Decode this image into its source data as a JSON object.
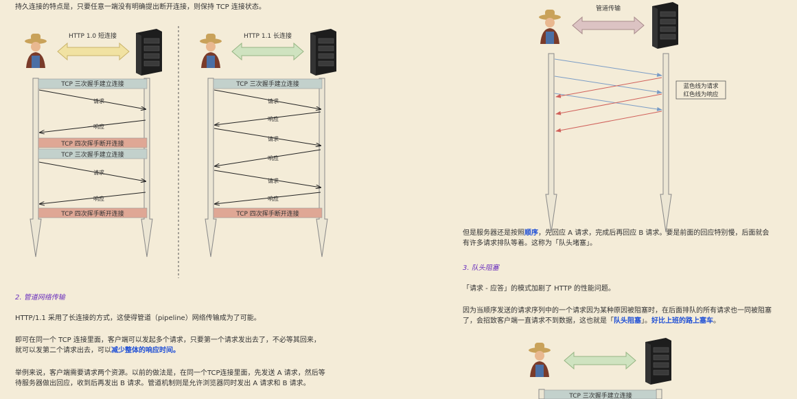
{
  "left": {
    "intro": "持久连接的特点是，只要任意一端没有明确提出断开连接，则保持 TCP 连接状态。",
    "diagram": {
      "http10_title": "HTTP 1.0 短连接",
      "http11_title": "HTTP 1.1 长连接",
      "tcp_connect": "TCP 三次握手建立连接",
      "tcp_close": "TCP 四次挥手断开连接",
      "request": "请求",
      "response": "响应"
    },
    "section2_title": "2. 管道网络传输",
    "p1": "HTTP/1.1 采用了长连接的方式，这使得管道（pipeline）网络传输成为了可能。",
    "p2_line1": "即可在同一个 TCP 连接里面，客户端可以发起多个请求，只要第一个请求发出去了，不必等其回来，",
    "p2_line2_pre": "就可以发第二个请求出去，可以",
    "p2_line2_bold": "减少整体的响应时间。",
    "p3_line1": "举例来说，客户端需要请求两个资源。以前的做法是，在同一个TCP连接里面，先发送 A 请求，然后等",
    "p3_line2": "待服务器做出回应，收到后再发出 B 请求。管道机制则是允许浏览器同时发出 A 请求和 B 请求。"
  },
  "right": {
    "pipeline_title": "管道传输",
    "legend_line1": "蓝色线为请求",
    "legend_line2": "红色线为响应",
    "p1_line1_pre": "但是服务器还是按照",
    "p1_line1_bold": "顺序",
    "p1_line1_post": "，先回应 A 请求，完成后再回应 B 请求。要是前面的回应特别慢，后面就会",
    "p1_line2": "有许多请求排队等着。这称为「队头堵塞」。",
    "section3_title": "3. 队头阻塞",
    "p2": "「请求 - 应答」的模式加剧了 HTTP 的性能问题。",
    "p3_line1": "因为当顺序发送的请求序列中的一个请求因为某种原因被阻塞时，在后面排队的所有请求也一同被阻塞",
    "p3_line2_pre": "了，会招致客户端一直请求不到数据，这也就是「",
    "p3_line2_bold1": "队头阻塞",
    "p3_line2_mid": "」。",
    "p3_line2_bold2": "好比上班的路上塞车",
    "p3_line2_end": "。",
    "bottom_tcp_label": "TCP 三次握手建立连接"
  },
  "colors": {
    "background": "#f4ecd8",
    "link_blue": "#1f4fd6",
    "section_purple": "#6a2fbd",
    "request_blue": "#7a9cc6",
    "response_red": "#d0605a",
    "connect_box": "#c3d1cc",
    "close_box": "#dfa795",
    "arrow_yellow": "#f1e2a2",
    "arrow_green": "#cfe3c0",
    "arrow_pink": "#dcc3c3"
  }
}
